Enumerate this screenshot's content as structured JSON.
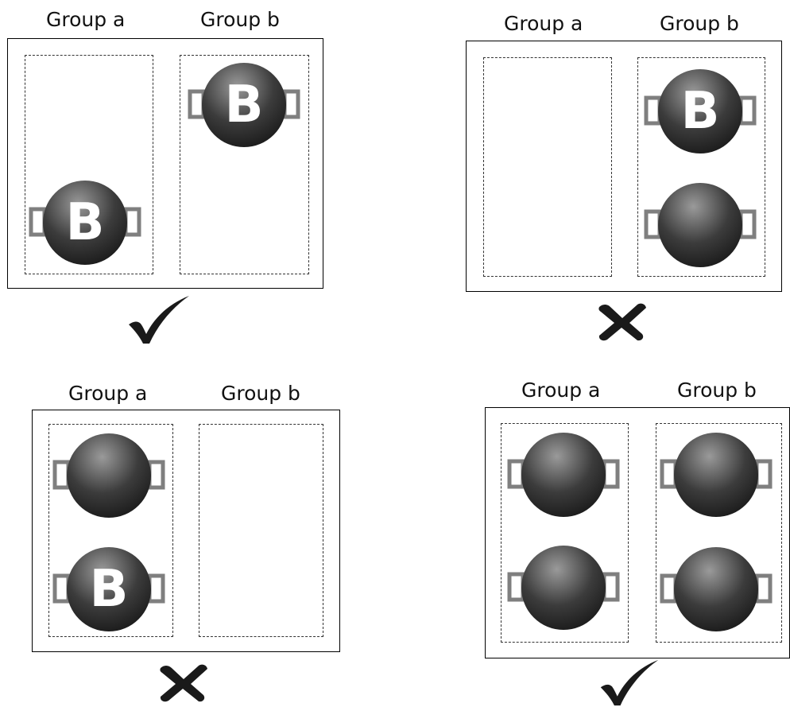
{
  "panels": [
    {
      "group_a_label": "Group a",
      "group_b_label": "Group b",
      "group_a_items": [
        {
          "letter": "B"
        }
      ],
      "group_b_items": [
        {
          "letter": "B"
        }
      ],
      "verdict": "check"
    },
    {
      "group_a_label": "Group a",
      "group_b_label": "Group b",
      "group_a_items": [],
      "group_b_items": [
        {
          "letter": "B"
        },
        {
          "letter": ""
        }
      ],
      "verdict": "cross"
    },
    {
      "group_a_label": "Group a",
      "group_b_label": "Group b",
      "group_a_items": [
        {
          "letter": ""
        },
        {
          "letter": "B"
        }
      ],
      "group_b_items": [],
      "verdict": "cross"
    },
    {
      "group_a_label": "Group a",
      "group_b_label": "Group b",
      "group_a_items": [
        {
          "letter": ""
        },
        {
          "letter": ""
        }
      ],
      "group_b_items": [
        {
          "letter": ""
        },
        {
          "letter": ""
        }
      ],
      "verdict": "check"
    }
  ],
  "colors": {
    "pot_light": "#8a8a8a",
    "pot_dark": "#1f1f1f",
    "handle": "#7f7f7f",
    "mark": "#1a1a1a",
    "letter": "#ffffff"
  },
  "icons": {
    "check": "check-mark-icon",
    "cross": "cross-mark-icon",
    "pot": "pot-icon"
  }
}
